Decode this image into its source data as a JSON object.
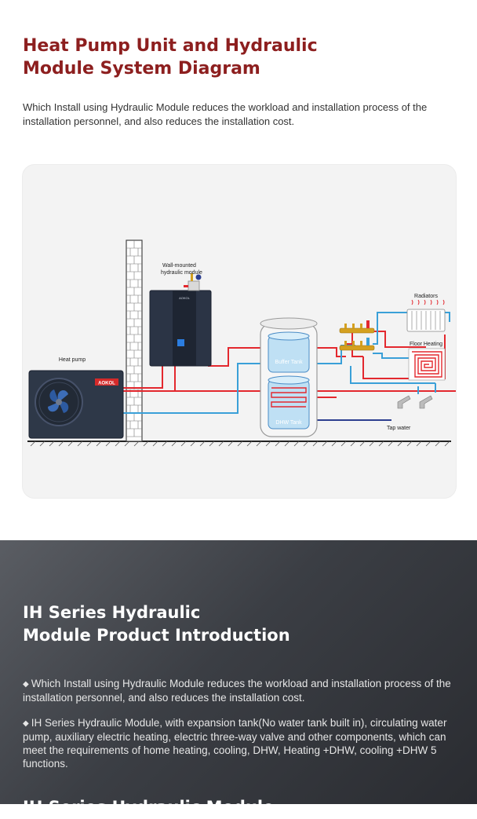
{
  "header": {
    "title_line1": "Heat Pump Unit and Hydraulic",
    "title_line2": "Module System Diagram",
    "description": "Which Install using Hydraulic Module reduces the workload and installation process of the installation personnel, and also reduces the installation cost."
  },
  "diagram": {
    "labels": {
      "heat_pump": "Heat pump",
      "wall_module_line1": "Wall-mounted",
      "wall_module_line2": "hydraulic module",
      "radiators": "Radiators",
      "floor_heating": "Floor Heating",
      "buffer_tank": "Buffer Tank",
      "dhw_tank": "DHW Tank",
      "tap_water": "Tap water",
      "brand": "AOKOL"
    },
    "colors": {
      "hot_pipe": "#e3282e",
      "cold_pipe": "#3aa0d8",
      "tap_pipe": "#2c3e8f",
      "unit_body": "#2e3848",
      "title_red": "#8d1f1f"
    }
  },
  "intro": {
    "title_line1": "IH Series Hydraulic",
    "title_line2": "Module Product Introduction",
    "bullet_symbol": "◆",
    "paragraph1": "Which Install using Hydraulic Module reduces the workload and installation process of the installation personnel, and also reduces the installation cost.",
    "paragraph2": "IH Series Hydraulic Module, with expansion tank(No water tank built in), circulating water pump, auxiliary electric heating, electric three-way valve and other components, which can meet the requirements of home heating, cooling, DHW, Heating +DHW, cooling +DHW 5 functions.",
    "next_heading": "IH Series Hydraulic Module"
  }
}
